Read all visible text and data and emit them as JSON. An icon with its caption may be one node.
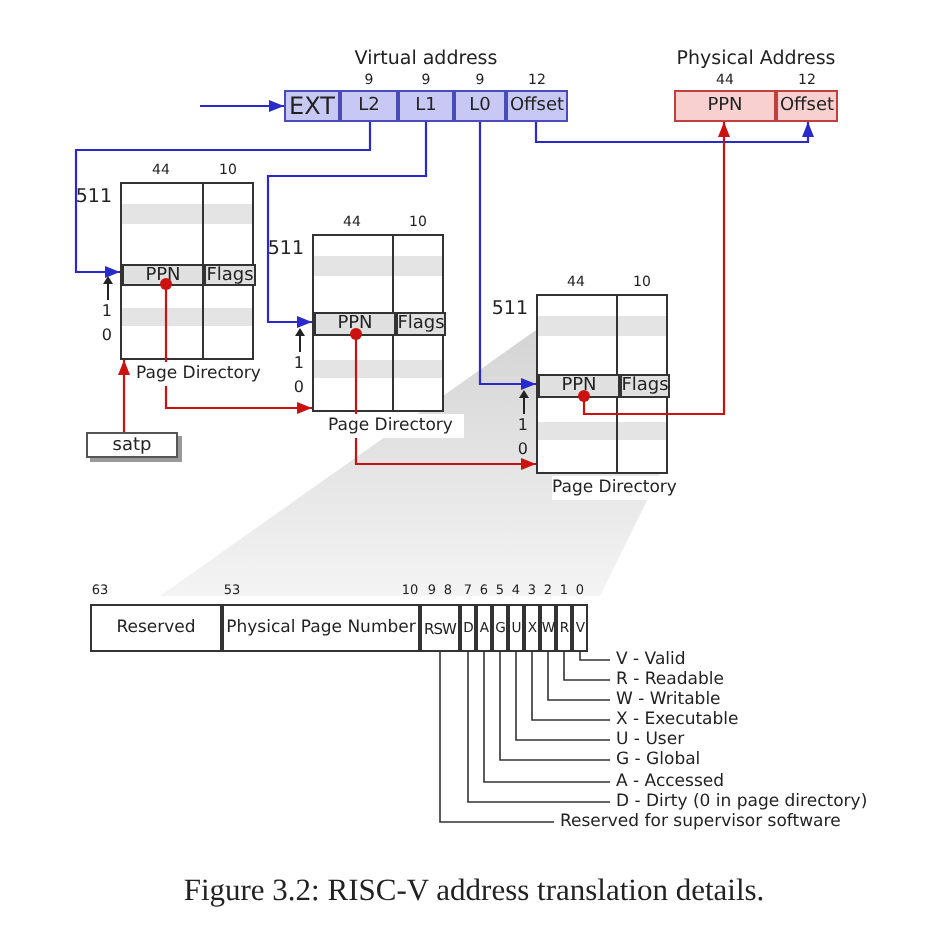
{
  "diagram": {
    "caption": "Figure 3.2: RISC-V address translation details.",
    "nodes": [
      {
        "text": [
          "Virtual address"
        ]
      },
      {
        "text": [
          "EXT"
        ],
        "in": 0
      },
      {
        "text": [
          "L2"
        ],
        "in": 0,
        "beside": [
          "9"
        ]
      },
      {
        "text": [
          "L1"
        ],
        "in": 0,
        "beside": [
          "9"
        ]
      },
      {
        "text": [
          "L0"
        ],
        "in": 0,
        "beside": [
          "9"
        ]
      },
      {
        "text": [
          "Offset"
        ],
        "in": 0,
        "beside": [
          "12"
        ]
      },
      {
        "text": [
          "Physical Address"
        ]
      },
      {
        "text": [
          "PPN"
        ],
        "in": 6,
        "beside": [
          "44"
        ]
      },
      {
        "text": [
          "Offset"
        ],
        "in": 6,
        "beside": [
          "12"
        ]
      },
      {
        "text": [
          "Page Directory"
        ],
        "beside": [
          "44",
          "10",
          "511",
          "1",
          "0"
        ]
      },
      {
        "text": [
          "PPN"
        ],
        "in": 9
      },
      {
        "text": [
          "Flags"
        ],
        "in": 9
      },
      {
        "text": [
          "Page Directory"
        ],
        "beside": [
          "44",
          "10",
          "511",
          "1",
          "0"
        ]
      },
      {
        "text": [
          "PPN"
        ],
        "in": 12
      },
      {
        "text": [
          "Flags"
        ],
        "in": 12
      },
      {
        "text": [
          "Page Directory"
        ],
        "beside": [
          "44",
          "10",
          "511",
          "1",
          "0"
        ]
      },
      {
        "text": [
          "PPN"
        ],
        "in": 15
      },
      {
        "text": [
          "Flags"
        ],
        "in": 15
      },
      {
        "text": [
          "satp"
        ]
      },
      {
        "text": [
          "Reserved"
        ]
      },
      {
        "text": [
          "Physical Page Number"
        ]
      },
      {
        "text": [
          "RSW"
        ]
      },
      {
        "text": [
          "D"
        ]
      },
      {
        "text": [
          "A"
        ]
      },
      {
        "text": [
          "G"
        ]
      },
      {
        "text": [
          "U"
        ]
      },
      {
        "text": [
          "X"
        ]
      },
      {
        "text": [
          "W"
        ]
      },
      {
        "text": [
          "R"
        ]
      },
      {
        "text": [
          "V"
        ]
      },
      {
        "text": [
          "V - Valid"
        ]
      },
      {
        "text": [
          "R - Readable"
        ]
      },
      {
        "text": [
          "W - Writable"
        ]
      },
      {
        "text": [
          "X - Executable"
        ]
      },
      {
        "text": [
          "U - User"
        ]
      },
      {
        "text": [
          "G - Global"
        ]
      },
      {
        "text": [
          "A - Accessed"
        ]
      },
      {
        "text": [
          "D - Dirty (0 in page directory)"
        ]
      },
      {
        "text": [
          "Reserved for supervisor software"
        ]
      }
    ],
    "edges": [
      {
        "from": null,
        "to": 1,
        "arrow": "to",
        "color": "#2a2acc"
      },
      {
        "from": 2,
        "to": 10,
        "arrow": "to",
        "color": "#2a2acc"
      },
      {
        "from": 3,
        "to": 13,
        "arrow": "to",
        "color": "#2a2acc"
      },
      {
        "from": 4,
        "to": 16,
        "arrow": "to",
        "color": "#2a2acc"
      },
      {
        "from": 5,
        "to": 8,
        "arrow": "to",
        "color": "#2a2acc"
      },
      {
        "from": 18,
        "to": 9,
        "arrow": "to",
        "color": "#cc1111"
      },
      {
        "from": 10,
        "to": 12,
        "arrow": "to",
        "color": "#cc1111"
      },
      {
        "from": 13,
        "to": 15,
        "arrow": "to",
        "color": "#cc1111"
      },
      {
        "from": 16,
        "to": 7,
        "arrow": "to",
        "color": "#cc1111"
      },
      {
        "from": 30,
        "to": 29,
        "arrow": "none"
      },
      {
        "from": 31,
        "to": 28,
        "arrow": "none"
      },
      {
        "from": 32,
        "to": 27,
        "arrow": "none"
      },
      {
        "from": 33,
        "to": 26,
        "arrow": "none"
      },
      {
        "from": 34,
        "to": 25,
        "arrow": "none"
      },
      {
        "from": 35,
        "to": 24,
        "arrow": "none"
      },
      {
        "from": 36,
        "to": 23,
        "arrow": "none"
      },
      {
        "from": 37,
        "to": 22,
        "arrow": "none"
      },
      {
        "from": 38,
        "to": 21,
        "arrow": "none"
      }
    ],
    "labels": [
      "63",
      "53",
      "10",
      "9",
      "8",
      "7",
      "6",
      "5",
      "4",
      "3",
      "2",
      "1",
      "0"
    ]
  }
}
